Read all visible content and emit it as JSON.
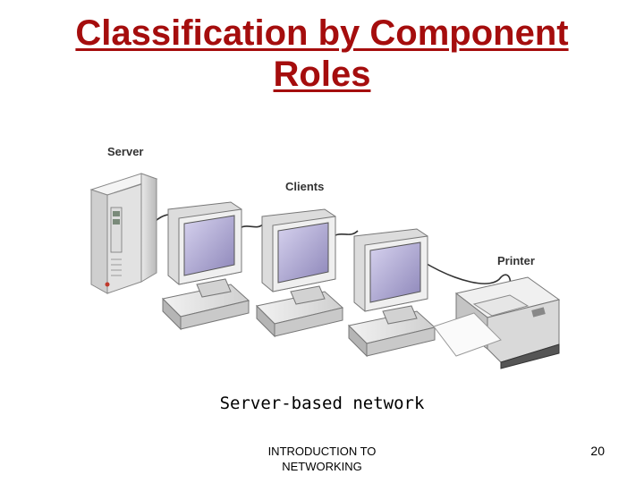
{
  "slide": {
    "title_line1": "Classification by Component",
    "title_line2": "Roles"
  },
  "diagram": {
    "labels": {
      "server": "Server",
      "clients": "Clients",
      "printer": "Printer"
    }
  },
  "caption": "Server-based network",
  "footer": {
    "line1": "INTRODUCTION TO",
    "line2": "NETWORKING"
  },
  "page_number": "20"
}
